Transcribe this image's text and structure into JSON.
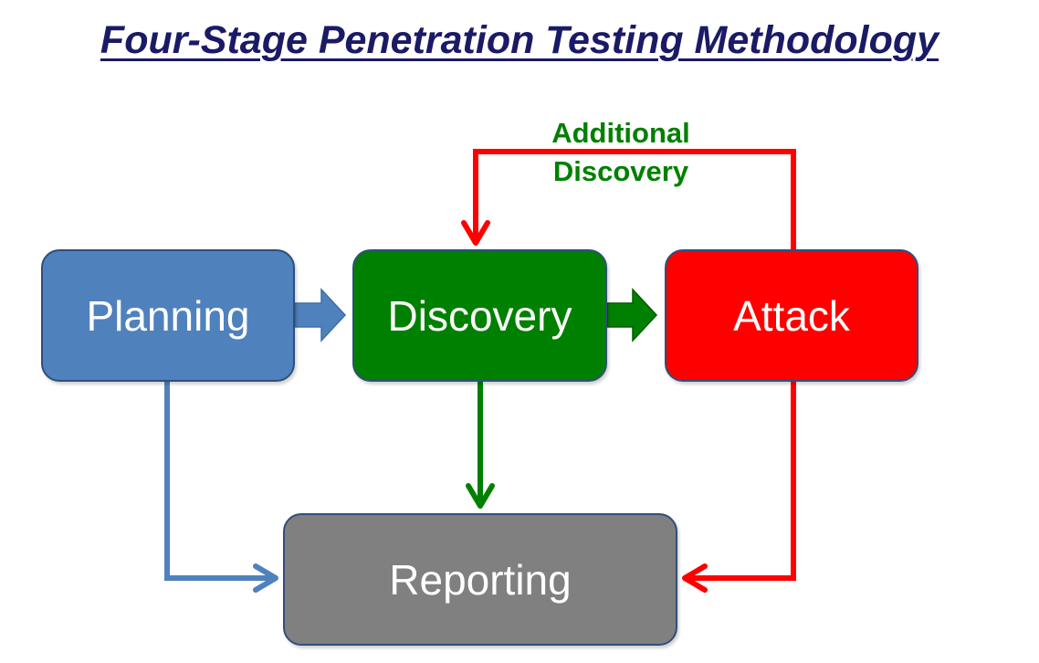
{
  "title": "Four-Stage Penetration Testing Methodology",
  "colors": {
    "title": "#1a1a66",
    "planning": "#4f81bd",
    "discovery": "#008000",
    "attack": "#ff0000",
    "reporting": "#808080",
    "feedback_label": "#008000"
  },
  "stages": {
    "planning": "Planning",
    "discovery": "Discovery",
    "attack": "Attack",
    "reporting": "Reporting"
  },
  "feedback": {
    "line1": "Additional",
    "line2": "Discovery"
  },
  "edges": [
    {
      "from": "Planning",
      "to": "Discovery",
      "style": "block-arrow"
    },
    {
      "from": "Discovery",
      "to": "Attack",
      "style": "block-arrow"
    },
    {
      "from": "Attack",
      "to": "Discovery",
      "style": "line-arrow",
      "label": "Additional Discovery"
    },
    {
      "from": "Planning",
      "to": "Reporting",
      "style": "line-arrow"
    },
    {
      "from": "Discovery",
      "to": "Reporting",
      "style": "line-arrow"
    },
    {
      "from": "Attack",
      "to": "Reporting",
      "style": "line-arrow"
    }
  ]
}
